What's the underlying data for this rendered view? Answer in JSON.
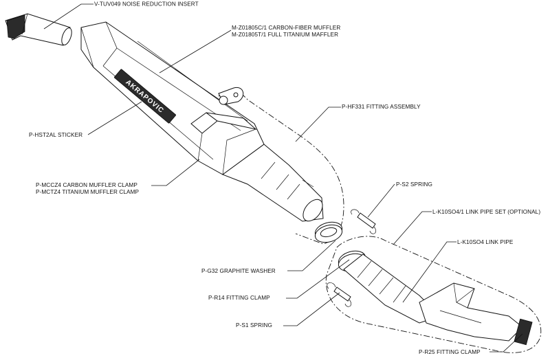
{
  "callouts": {
    "noise_insert": "V-TUV049  NOISE REDUCTION INSERT",
    "muffler_carbon": "M-Z01805C/1  CARBON-FIBER MUFFLER",
    "muffler_titanium": "M-Z01805T/1  FULL TITANIUM MAFFLER",
    "fitting_assembly": "P-HF331  FITTING ASSEMBLY",
    "sticker": "P-HST2AL  STICKER",
    "spring_s2": "P-S2  SPRING",
    "link_pipe_set": "L-K10SO4/1  LINK PIPE SET (OPTIONAL)",
    "carbon_clamp": "P-MCCZ4  CARBON MUFFLER CLAMP",
    "titanium_clamp": "P-MCTZ4  TITANIUM MUFFLER CLAMP",
    "link_pipe": "L-K10SO4  LINK PIPE",
    "graphite_washer": "P-G32  GRAPHITE WASHER",
    "fitting_clamp_r14": "P-R14  FITTING CLAMP",
    "spring_s1": "P-S1  SPRING",
    "fitting_clamp_r25": "P-R25  FITTING CLAMP"
  },
  "brand_logo_text": "AKRAPOVIC"
}
